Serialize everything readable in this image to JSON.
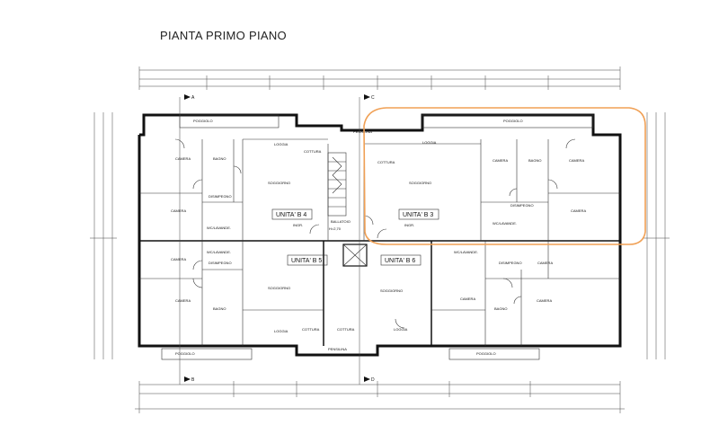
{
  "title": "PIANTA PRIMO PIANO",
  "sections": {
    "a_top": "A",
    "a_bottom": "B",
    "c_top": "C",
    "c_bottom": "D"
  },
  "units": {
    "b3": "UNITA' B 3",
    "b4": "UNITA' B 4",
    "b5": "UNITA' B 5",
    "b6": "UNITA' B 6"
  },
  "rooms": {
    "camera": "CAMERA",
    "bagno": "BAGNO",
    "disimpegno": "DISIMPEGNO",
    "soggiorno": "SOGGIORNO",
    "cottura": "COTTURA",
    "poggiolo": "POGGIOLO",
    "loggia": "LOGGIA",
    "ingr": "INGR.",
    "wc": "WC/LAVANDE.",
    "ballatoio": "BALLATOIO",
    "pensilina": "PENSILINA",
    "height": "H=2,70"
  },
  "highlight_color": "#f0a055"
}
